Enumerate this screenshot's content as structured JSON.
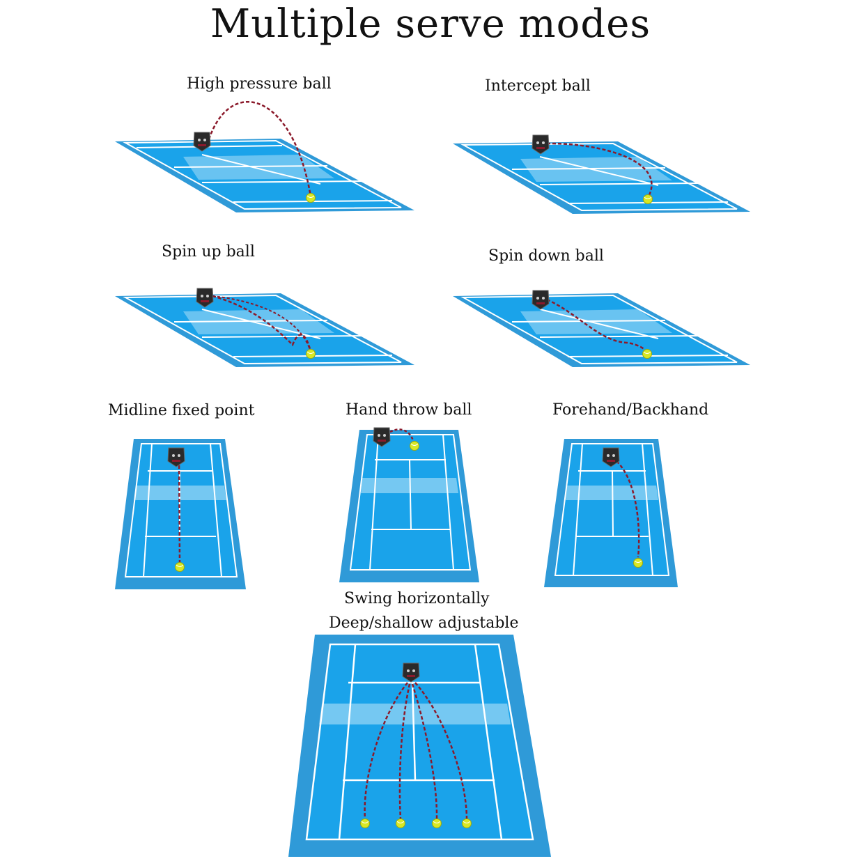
{
  "title": "Multiple serve modes",
  "modes": [
    {
      "label": "High pressure ball"
    },
    {
      "label": "Intercept ball"
    },
    {
      "label": "Spin up ball"
    },
    {
      "label": "Spin down ball"
    },
    {
      "label": "Midline fixed point"
    },
    {
      "label": "Hand throw ball"
    },
    {
      "label": "Forehand/Backhand"
    },
    {
      "label": "Swing horizontally",
      "label2": "Deep/shallow adjustable"
    }
  ],
  "colors": {
    "court_outer": "#2f9ad8",
    "court_inner": "#1aa3ea",
    "lines": "#ffffff",
    "trajectory": "#8b1a2b",
    "ball": "#d8e825",
    "machine": "#2a2a2a"
  }
}
